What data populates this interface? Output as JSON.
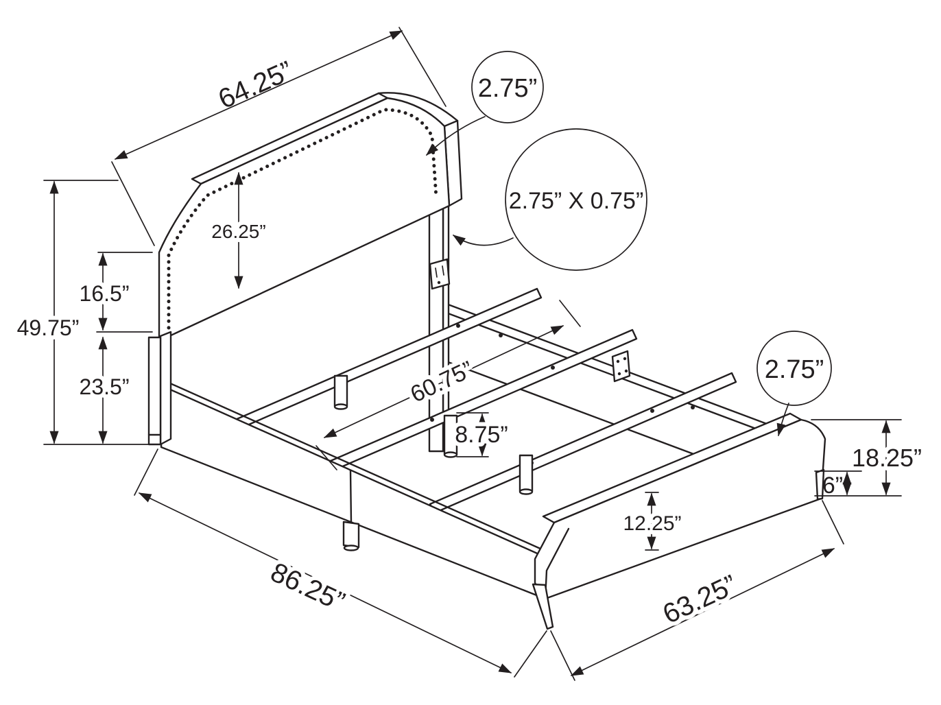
{
  "figure": {
    "type": "technical-dimension-diagram",
    "subject": "upholstered bed frame with nailhead trim headboard, slat base and footboard",
    "background_color": "#ffffff",
    "line_color": "#231f20"
  },
  "dimensions": {
    "headboard_width": "64.25”",
    "nailhead_trim": "2.75”",
    "headboard_post": "2.75” X 0.75”",
    "headboard_panel_height": "26.25”",
    "headboard_total_height": "49.75”",
    "headboard_upper_height": "16.5”",
    "headboard_lower_height": "23.5”",
    "slat_length": "60.75”",
    "center_leg_height": "8.75”",
    "footboard_corner": "2.75”",
    "footboard_total_height": "18.25”",
    "footboard_leg_height": "6”",
    "footboard_panel_height": "12.25”",
    "overall_length": "86.25”",
    "overall_width": "63.25”"
  }
}
